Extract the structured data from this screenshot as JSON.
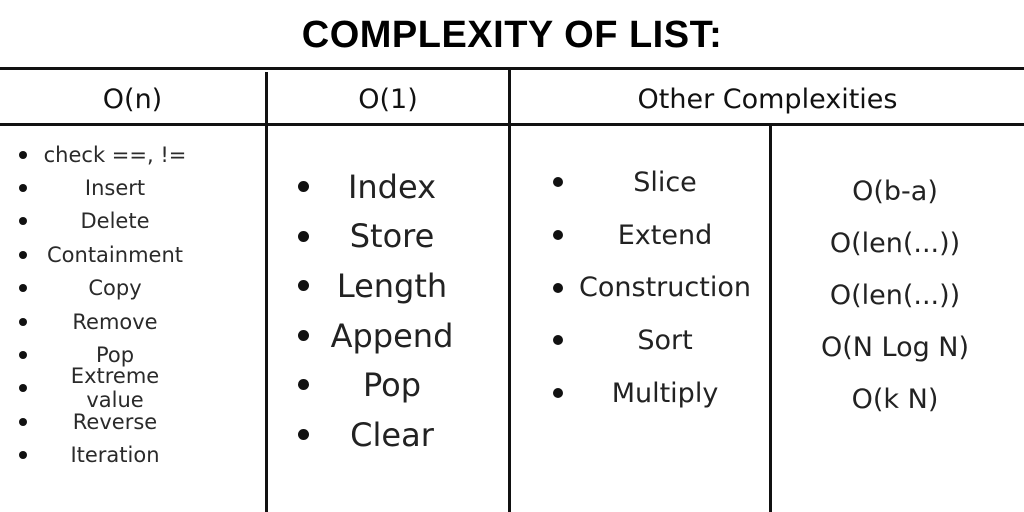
{
  "title": "COMPLEXITY OF LIST:",
  "headers": {
    "on": "O(n)",
    "o1": "O(1)",
    "other": "Other Complexities"
  },
  "on_items": [
    "check ==, !=",
    "Insert",
    "Delete",
    "Containment",
    "Copy",
    "Remove",
    "Pop",
    "Extreme value",
    "Reverse",
    "Iteration"
  ],
  "o1_items": [
    "Index",
    "Store",
    "Length",
    "Append",
    "Pop",
    "Clear"
  ],
  "other_ops": [
    "Slice",
    "Extend",
    "Construction",
    "Sort",
    "Multiply"
  ],
  "other_complexities": [
    "O(b-a)",
    "O(len(...))",
    "O(len(...))",
    "O(N Log N)",
    "O(k N)"
  ]
}
